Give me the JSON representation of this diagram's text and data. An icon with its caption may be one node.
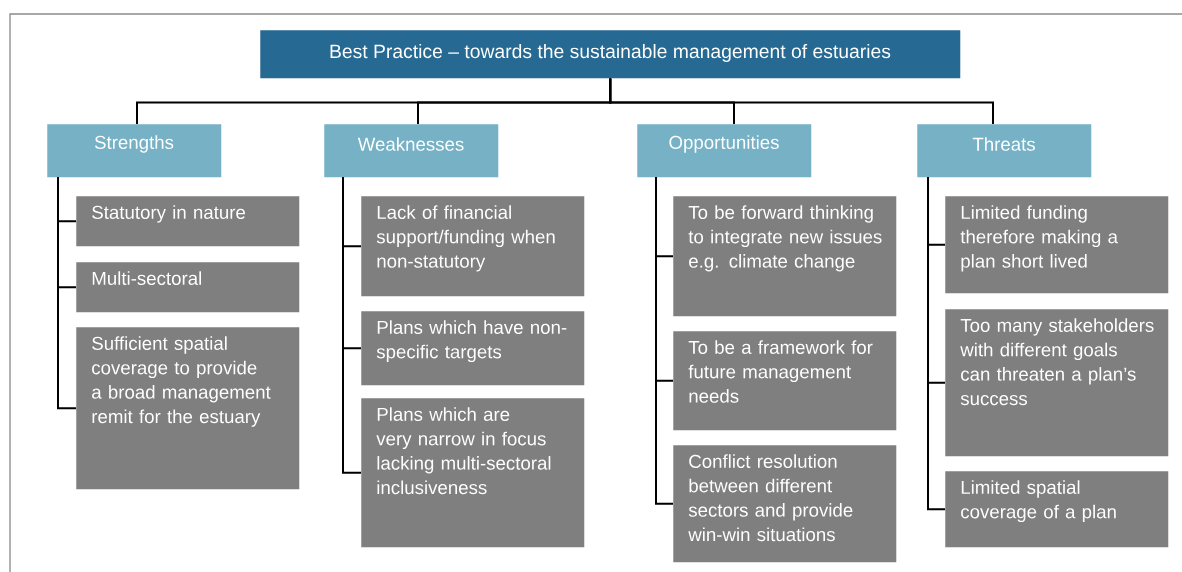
{
  "diagram": {
    "nodes": [
      {
        "text": [
          "Best Practice – towards the sustainable management of estuaries"
        ]
      },
      {
        "text": [
          "Strengths"
        ]
      },
      {
        "text": [
          "Weaknesses"
        ]
      },
      {
        "text": [
          "Opportunities"
        ]
      },
      {
        "text": [
          "Threats"
        ]
      },
      {
        "text": [
          "Statutory in nature"
        ]
      },
      {
        "text": [
          "Multi-sectoral"
        ]
      },
      {
        "text": [
          "Sufficient spatial coverage to provide a broad management remit for the estuary"
        ]
      },
      {
        "text": [
          "Lack of financial support/funding when non-statutory"
        ]
      },
      {
        "text": [
          "Plans which have non-specific targets"
        ]
      },
      {
        "text": [
          "Plans which are very narrow in focus lacking multi-sectoral inclusiveness"
        ]
      },
      {
        "text": [
          "To be forward thinking to integrate new issues e.g. climate change"
        ]
      },
      {
        "text": [
          "To be a framework for future management needs"
        ]
      },
      {
        "text": [
          "Conflict resolution between different sectors and provide win-win situations"
        ]
      },
      {
        "text": [
          "Limited funding therefore making a plan short lived"
        ]
      },
      {
        "text": [
          "Too many stakeholders with different goals can threaten a plan’s success"
        ]
      },
      {
        "text": [
          "Limited spatial coverage of a plan"
        ]
      }
    ],
    "edges": [
      {
        "from": 0,
        "to": 1,
        "arrow": "none"
      },
      {
        "from": 0,
        "to": 2,
        "arrow": "none"
      },
      {
        "from": 0,
        "to": 3,
        "arrow": "none"
      },
      {
        "from": 0,
        "to": 4,
        "arrow": "none"
      },
      {
        "from": 1,
        "to": 5,
        "arrow": "none"
      },
      {
        "from": 1,
        "to": 6,
        "arrow": "none"
      },
      {
        "from": 1,
        "to": 7,
        "arrow": "none"
      },
      {
        "from": 2,
        "to": 8,
        "arrow": "none"
      },
      {
        "from": 2,
        "to": 9,
        "arrow": "none"
      },
      {
        "from": 2,
        "to": 10,
        "arrow": "none"
      },
      {
        "from": 3,
        "to": 11,
        "arrow": "none"
      },
      {
        "from": 3,
        "to": 12,
        "arrow": "none"
      },
      {
        "from": 3,
        "to": 13,
        "arrow": "none"
      },
      {
        "from": 4,
        "to": 14,
        "arrow": "none"
      },
      {
        "from": 4,
        "to": 15,
        "arrow": "none"
      },
      {
        "from": 4,
        "to": 16,
        "arrow": "none"
      }
    ]
  }
}
